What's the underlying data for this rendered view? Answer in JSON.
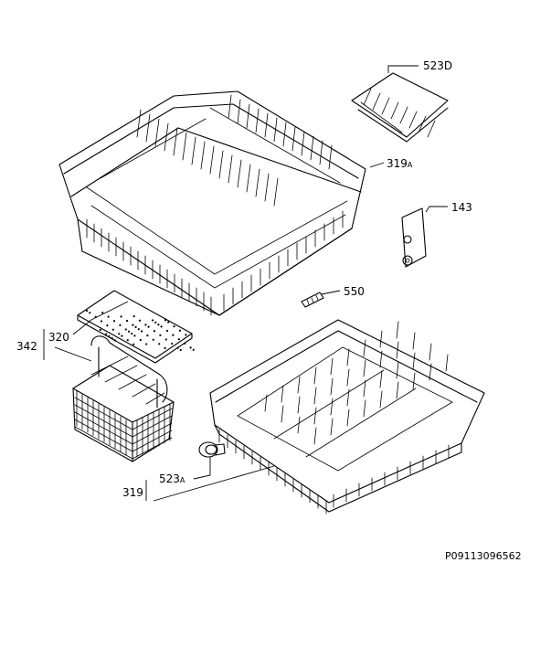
{
  "diagram_code": "P09113096562",
  "callouts": {
    "p523d": "523D",
    "p319a_num": "319",
    "p319a_suffix": "A",
    "p143": "143",
    "p550": "550",
    "p342": "342",
    "p320": "320",
    "p523a_num": "523",
    "p523a_suffix": "A",
    "p319": "319"
  },
  "parts": [
    "upper-basket",
    "lower-basket",
    "cutlery-basket",
    "rack-insert",
    "rail-guide",
    "pin",
    "wheel",
    "mat"
  ]
}
